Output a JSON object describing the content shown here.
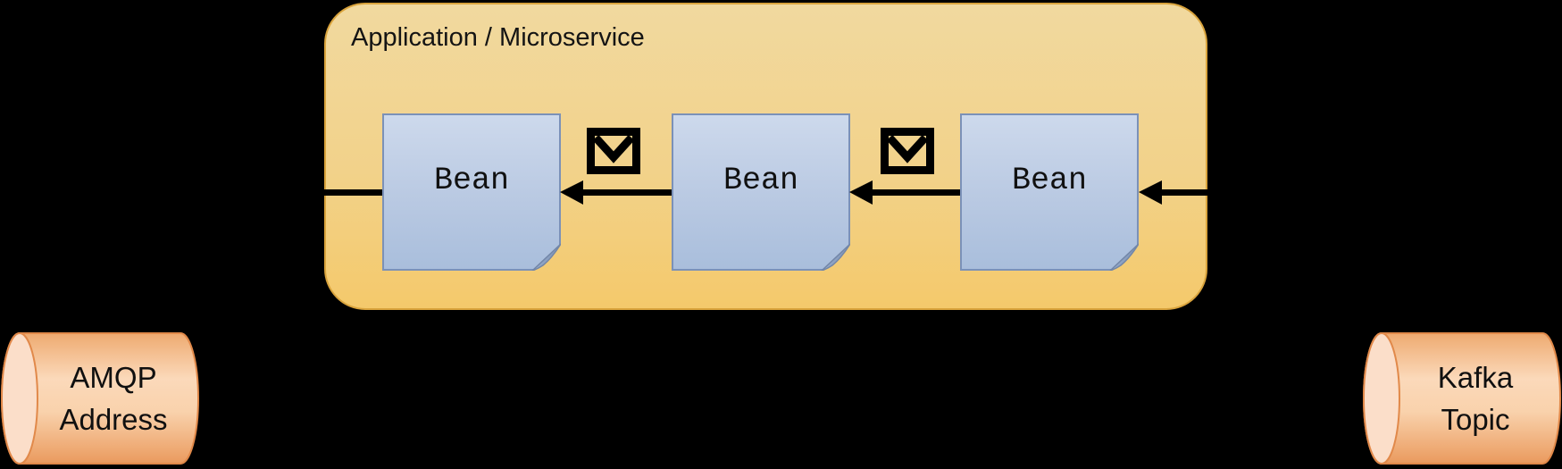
{
  "background": "#000000",
  "application": {
    "title": "Application / Microservice",
    "fill_top": "#f1d99f",
    "fill_bottom": "#f4c96b",
    "border_color": "#d9a33c"
  },
  "beans": [
    {
      "label": "Bean"
    },
    {
      "label": "Bean"
    },
    {
      "label": "Bean"
    }
  ],
  "bean_style": {
    "fill_top": "#cdd9ec",
    "fill_bottom": "#a9bedc",
    "border_color": "#7b91b8"
  },
  "message_icons": [
    {
      "name": "envelope-message-icon",
      "color": "#000000"
    },
    {
      "name": "envelope-message-icon",
      "color": "#000000"
    }
  ],
  "flow": {
    "direction": "right-to-left",
    "arrow_color": "#000000"
  },
  "endpoints": {
    "amqp": {
      "lines": [
        "AMQP",
        "Address"
      ],
      "shape": "horizontal-cylinder",
      "fill": "#f9d0a8",
      "border_color": "#e1894a"
    },
    "kafka": {
      "lines": [
        "Kafka",
        "Topic"
      ],
      "shape": "horizontal-cylinder",
      "fill": "#f9d0a8",
      "border_color": "#e1894a"
    }
  }
}
